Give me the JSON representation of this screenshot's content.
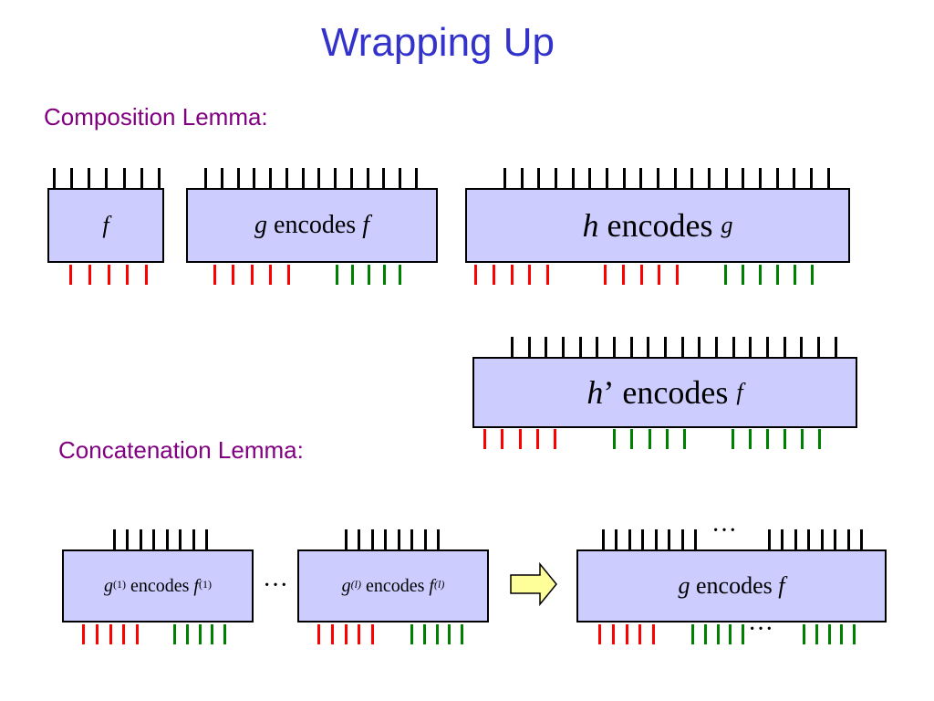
{
  "title": "Wrapping Up",
  "composition": {
    "heading": "Composition Lemma:",
    "box_f": {
      "f": "f"
    },
    "box_g": {
      "g": "g",
      "word": "encodes",
      "f": "f"
    },
    "box_h": {
      "h": "h",
      "word": "encodes",
      "g": "g"
    },
    "box_hp": {
      "h": "h",
      "prime": "’",
      "word": "encodes",
      "f": "f"
    }
  },
  "concatenation": {
    "heading": "Concatenation Lemma:",
    "box_g1": {
      "g": "g",
      "g_sup": "(1)",
      "word": "encodes",
      "f": "f",
      "f_sup": "(1)"
    },
    "box_gl": {
      "g": "g",
      "g_sup": "(l)",
      "word": "encodes",
      "f": "f",
      "f_sup": "(l)"
    },
    "box_result": {
      "g": "g",
      "word": "encodes",
      "f": "f"
    },
    "ellipsis": "···"
  },
  "colors": {
    "title": "#3333cc",
    "heading": "#800080",
    "box_fill": "#ccccff",
    "red_pin": "#ff0000",
    "green_pin": "#008000",
    "arrow_fill": "#ffff99"
  }
}
